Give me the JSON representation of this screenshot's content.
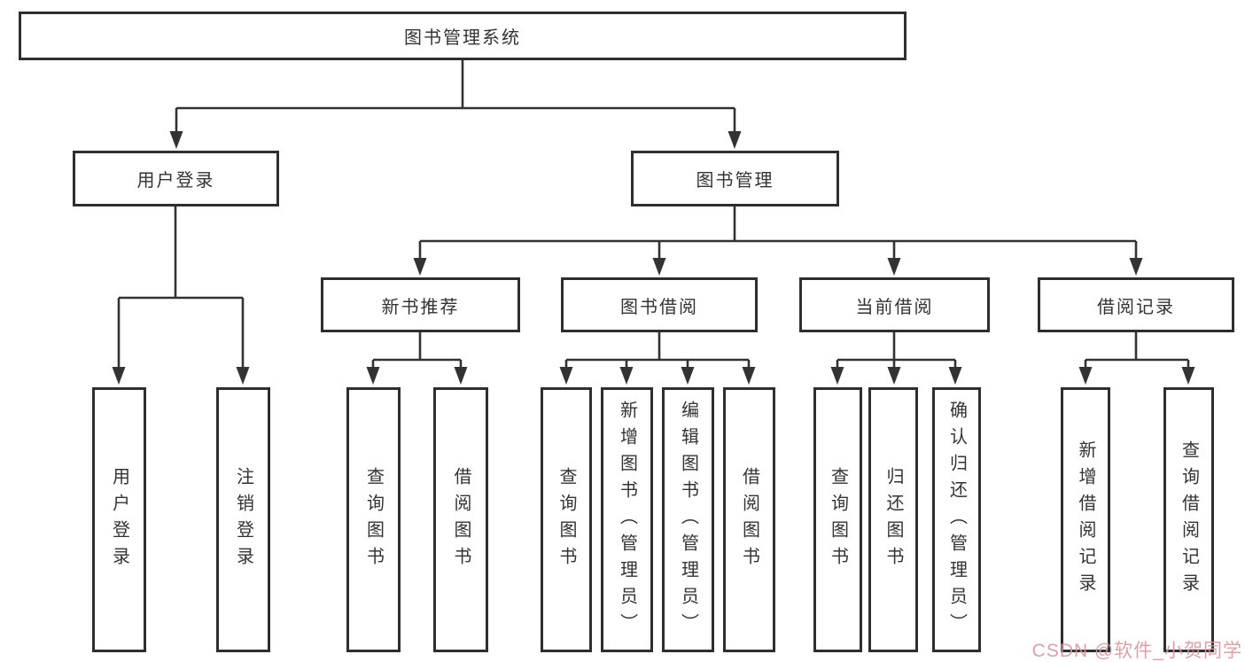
{
  "diagram": {
    "root": {
      "label": "图书管理系统"
    },
    "branches": {
      "user_login": {
        "label": "用户登录",
        "leaves": [
          "用户登录",
          "注销登录"
        ]
      },
      "book_mgmt": {
        "label": "图书管理"
      }
    },
    "level3": [
      {
        "label": "新书推荐",
        "leaves": [
          "查询图书",
          "借阅图书"
        ]
      },
      {
        "label": "图书借阅",
        "leaves": [
          "查询图书",
          "新增图书（管理员）",
          "编辑图书（管理员）",
          "借阅图书"
        ]
      },
      {
        "label": "当前借阅",
        "leaves": [
          "查询图书",
          "归还图书",
          "确认归还（管理员）"
        ]
      },
      {
        "label": "借阅记录",
        "leaves": [
          "新增借阅记录",
          "查询借阅记录"
        ]
      }
    ],
    "watermark": "CSDN @软件_小贺同学",
    "colors": {
      "line": "#333333",
      "box_border": "#2e2e2e",
      "box_background": "#ffffff",
      "text": "#333333",
      "watermark": "#d8969c"
    }
  }
}
